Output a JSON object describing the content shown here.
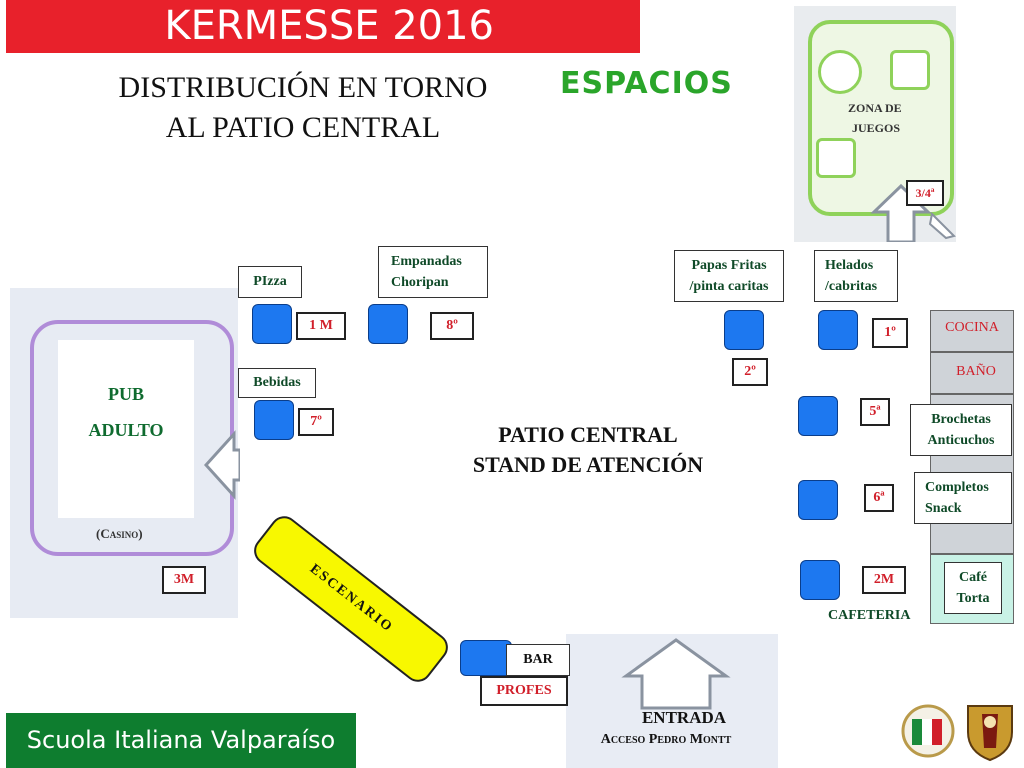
{
  "header": {
    "title": "KERMESSE 2016",
    "subtitle_line1": "DISTRIBUCIÓN EN TORNO",
    "subtitle_line2": "AL PATIO CENTRAL",
    "espacios": "ESPACIOS"
  },
  "zona_juegos": {
    "line1": "ZONA DE",
    "line2": "JUEGOS",
    "tag": "3/4ª"
  },
  "pub": {
    "line1": "PUB",
    "line2": "ADULTO",
    "casino": "(Casino)",
    "tag": "3M"
  },
  "labels": {
    "pizza": "PIzza",
    "empanadas_l1": "Empanadas",
    "empanadas_l2": "Choripan",
    "bebidas": "Bebidas",
    "papas_l1": "Papas Fritas",
    "papas_l2": "/pinta caritas",
    "helados_l1": "Helados",
    "helados_l2": "/cabritas",
    "brochetas_l1": "Brochetas",
    "brochetas_l2": "Anticuchos",
    "completos_l1": "Completos",
    "completos_l2": "Snack",
    "cafe_l1": "Café",
    "cafe_l2": "Torta",
    "cocina": "COCINA",
    "bano": "BAÑO",
    "cafeteria": "CAFETERIA",
    "bar": "BAR",
    "profes": "PROFES"
  },
  "tags": {
    "pizza": "1 M",
    "empanadas": "8º",
    "bebidas": "7º",
    "papas": "2º",
    "helados": "1º",
    "quinta": "5ª",
    "sexta": "6ª",
    "cafeteria": "2M"
  },
  "center": {
    "line1": "PATIO CENTRAL",
    "line2": "STAND DE ATENCIÓN"
  },
  "escenario": "ESCENARIO",
  "entrada": {
    "line1": "ENTRADA",
    "line2": "Acceso Pedro Montt"
  },
  "footer": {
    "school": "Scuola Italiana Valparaíso"
  },
  "colors": {
    "title_red": "#e8212b",
    "footer_green": "#0e7d2f",
    "stand_blue": "#1d78f0",
    "stage_yellow": "#f8f800"
  }
}
